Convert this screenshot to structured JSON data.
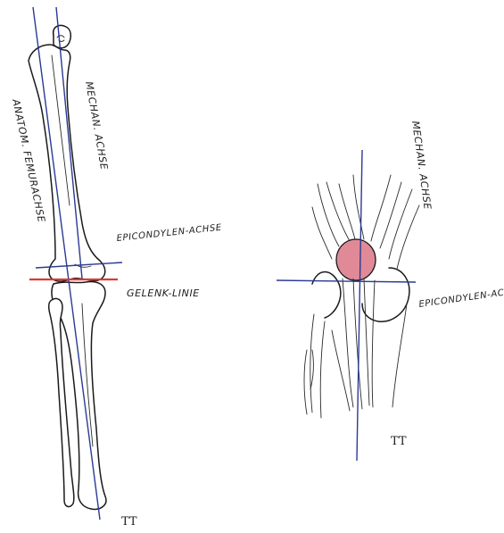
{
  "left_figure": {
    "label_anatomical_axis": "ANATOM. FEMURACHSE",
    "label_mechanical_axis": "MECHAN. ACHSE",
    "label_epicondylar_axis": "EPICONDYLEN-ACHSE",
    "label_joint_line": "GELENK-LINIE",
    "signature": "TT"
  },
  "right_figure": {
    "label_mechanical_axis": "MECHAN. ACHSE",
    "label_epicondylar_axis": "EPICONDYLEN-ACHSE",
    "signature": "TT"
  },
  "colors": {
    "axis_blue": "#2b3a93",
    "joint_line_red": "#d93a3a",
    "patella_pink": "#e08a98",
    "ink": "#1a1a1a"
  }
}
